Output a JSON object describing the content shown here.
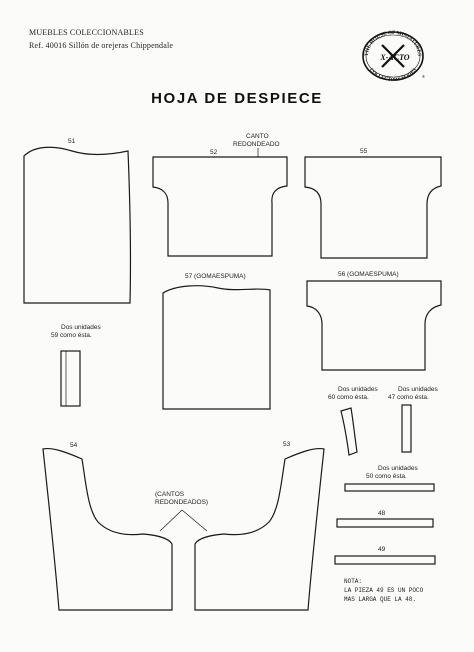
{
  "header": {
    "line1": "MUEBLES COLECCIONABLES",
    "line2": "Ref. 40016 Sillón de orejeras Chippendale"
  },
  "title": "HOJA DE DESPIECE",
  "logo": {
    "top_text": "THE HOUSE OF MINIATURES",
    "brand": "X-ACTO",
    "bottom_text": "COLLECTORS SERIES",
    "mark": "®"
  },
  "pieces": {
    "p51": "51",
    "p52": "52",
    "p52_note_1": "CANTO",
    "p52_note_2": "REDONDEADO",
    "p55": "55",
    "p57": "57 (GOMAESPUMA)",
    "p56": "56 (GOMAESPUMA)",
    "p59_note_1": "Dos unidades",
    "p59_note_2": "59  como ésta.",
    "p60_note_1": "Dos unidades",
    "p60_note_2": "60  como ésta.",
    "p47_note_1": "Dos unidades",
    "p47_note_2": "47  como ésta.",
    "p54": "54",
    "p53": "53",
    "cantos_1": "(CANTOS",
    "cantos_2": "REDONDEADOS)",
    "p50_note_1": "Dos unidades",
    "p50_note_2": "50  como ésta.",
    "p48": "48",
    "p49": "49"
  },
  "note": {
    "line1": "NOTA:",
    "line2": "LA PIEZA 49 ES UN POCO",
    "line3": "MAS LARGA QUE LA 48."
  }
}
